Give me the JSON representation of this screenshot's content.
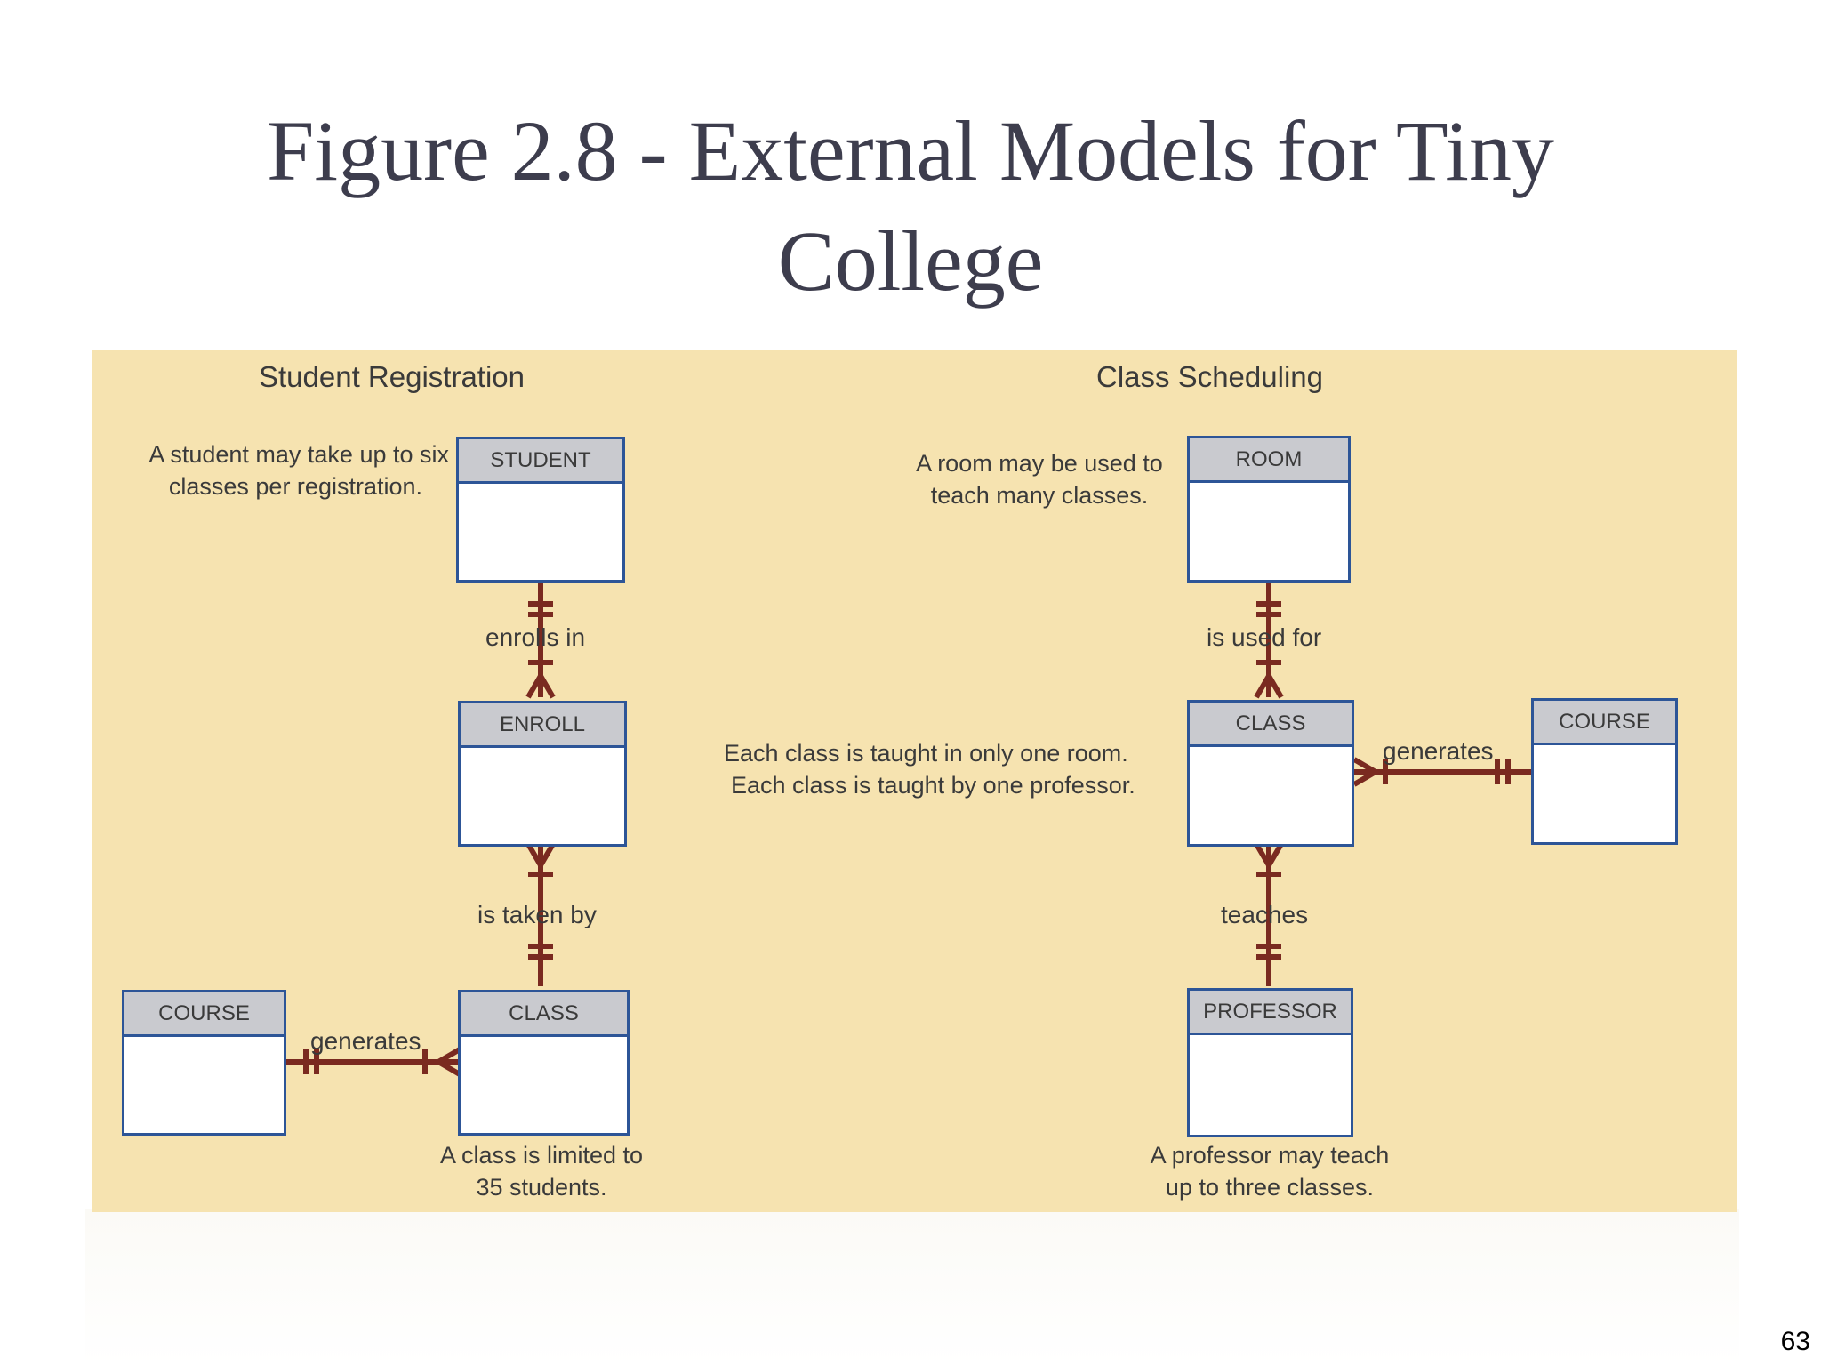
{
  "slide": {
    "title_line1": "Figure 2.8 - External Models for Tiny",
    "title_line2": "College",
    "page_number": "63"
  },
  "left_model": {
    "heading": "Student Registration",
    "entities": {
      "student": "STUDENT",
      "enroll": "ENROLL",
      "class": "CLASS",
      "course": "COURSE"
    },
    "relationships": {
      "enrolls_in": "enrolls in",
      "is_taken_by": "is taken by",
      "generates": "generates"
    },
    "notes": {
      "student": [
        "A student may take up to six",
        "classes per registration."
      ],
      "class": [
        "A class is limited to",
        "35 students."
      ]
    }
  },
  "right_model": {
    "heading": "Class Scheduling",
    "entities": {
      "room": "ROOM",
      "class": "CLASS",
      "course": "COURSE",
      "professor": "PROFESSOR"
    },
    "relationships": {
      "is_used_for": "is used for",
      "generates": "generates",
      "teaches": "teaches"
    },
    "notes": {
      "room": [
        "A room may be used to",
        "teach many classes."
      ],
      "class": [
        "Each class is taught in only one room.",
        "Each class is taught by one professor."
      ],
      "professor": [
        "A professor may teach",
        "up to three classes."
      ]
    }
  },
  "colors": {
    "panel_background": "#f6e3b0",
    "relationship_line": "#7a2a20",
    "entity_border": "#2d5597",
    "entity_header": "#c9cacf",
    "title_text": "#3d3d4d"
  }
}
